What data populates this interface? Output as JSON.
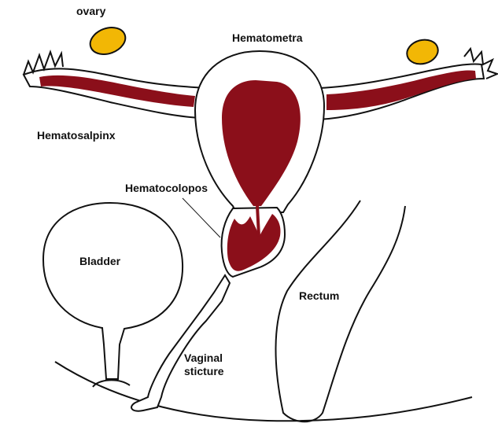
{
  "labels": {
    "ovary": "ovary",
    "hematometra": "Hematometra",
    "hematosalpinx": "Hematosalpinx",
    "hematocolopos": "Hematocolopos",
    "bladder": "Bladder",
    "rectum": "Rectum",
    "vaginal_line1": "Vaginal",
    "vaginal_line2": "sticture"
  },
  "colors": {
    "blood": "#8b0f1a",
    "ovary": "#f2b705",
    "outline": "#111111"
  }
}
